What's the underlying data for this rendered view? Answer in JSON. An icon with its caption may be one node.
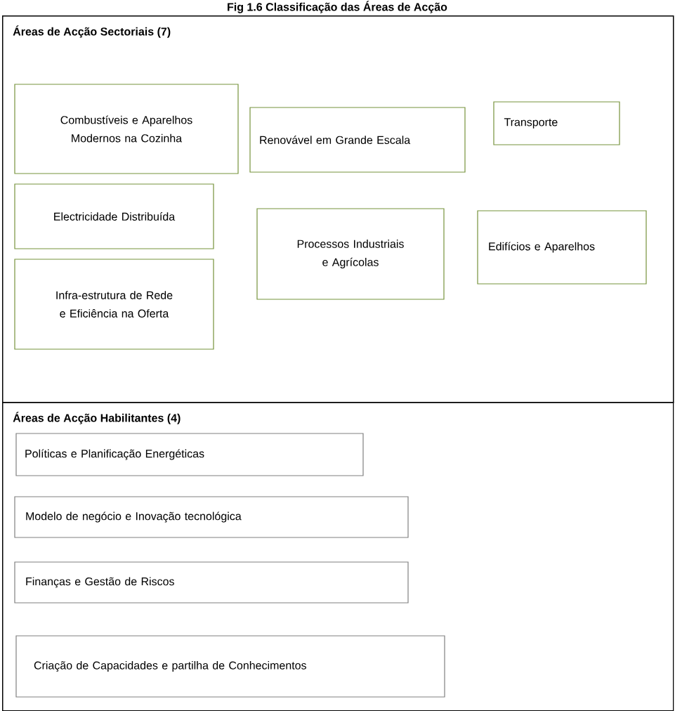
{
  "diagram": {
    "title": "Fig 1.6 Classificação das Áreas de Acção",
    "nodes": [
      {
        "text": [
          "Áreas de Acção Sectoriais (7)"
        ]
      },
      {
        "text": [
          "Combustíveis e Aparelhos Modernos na Cozinha"
        ],
        "in": 0
      },
      {
        "text": [
          "Renovável em Grande Escala"
        ],
        "in": 0
      },
      {
        "text": [
          "Transporte"
        ],
        "in": 0
      },
      {
        "text": [
          "Electricidade Distribuída"
        ],
        "in": 0
      },
      {
        "text": [
          "Processos Industriais e Agrícolas"
        ],
        "in": 0
      },
      {
        "text": [
          "Edifícios e Aparelhos"
        ],
        "in": 0
      },
      {
        "text": [
          "Infra-estrutura de Rede e Eficiência na Oferta"
        ],
        "in": 0
      },
      {
        "text": [
          "Áreas de Acção Habilitantes (4)"
        ]
      },
      {
        "text": [
          "Políticas e Planificação Energéticas"
        ],
        "in": 8
      },
      {
        "text": [
          "Modelo de negócio e Inovação tecnológica"
        ],
        "in": 8
      },
      {
        "text": [
          "Finanças e Gestão de Riscos"
        ],
        "in": 8
      },
      {
        "text": [
          "Criação de Capacidades e partilha de Conhecimentos"
        ],
        "in": 8
      }
    ]
  }
}
